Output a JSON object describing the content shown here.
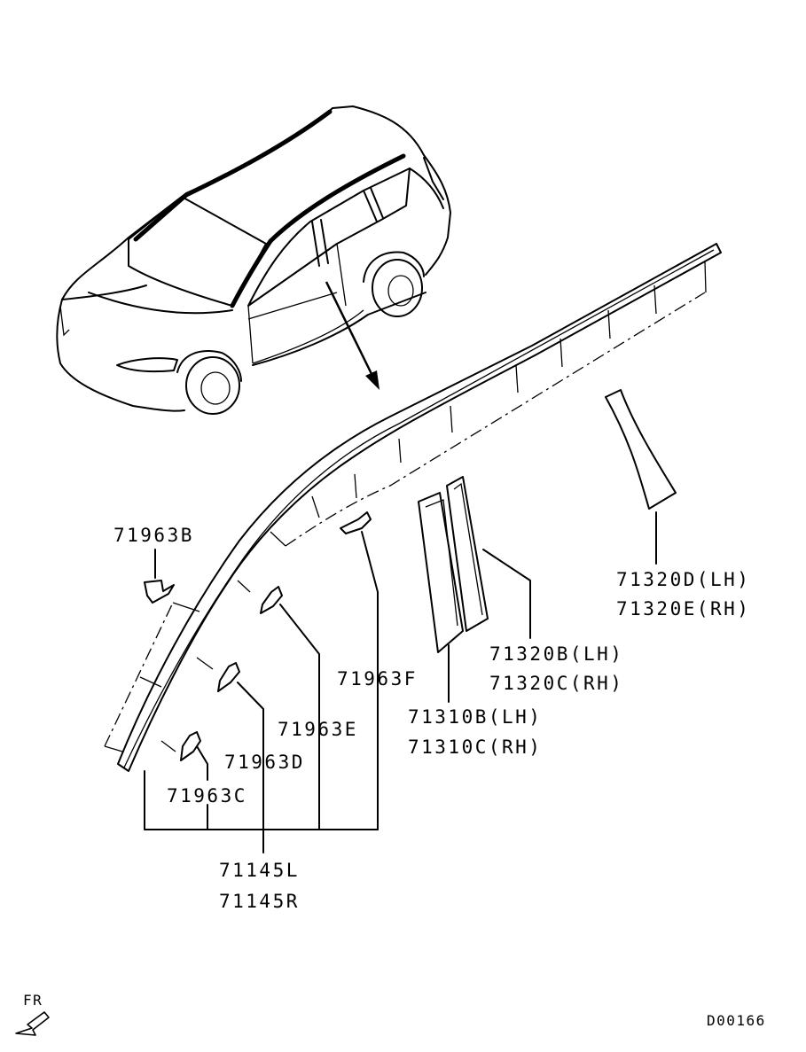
{
  "diagram": {
    "part_labels": {
      "p71963b": "71963B",
      "p71963c": "71963C",
      "p71963d": "71963D",
      "p71963e": "71963E",
      "p71963f": "71963F",
      "p71145l": "71145L",
      "p71145r": "71145R",
      "p71310b": "71310B(LH)",
      "p71310c": "71310C(RH)",
      "p71320b": "71320B(LH)",
      "p71320c": "71320C(RH)",
      "p71320d": "71320D(LH)",
      "p71320e": "71320E(RH)"
    },
    "direction_label": "FR",
    "diagram_code": "D00166"
  }
}
